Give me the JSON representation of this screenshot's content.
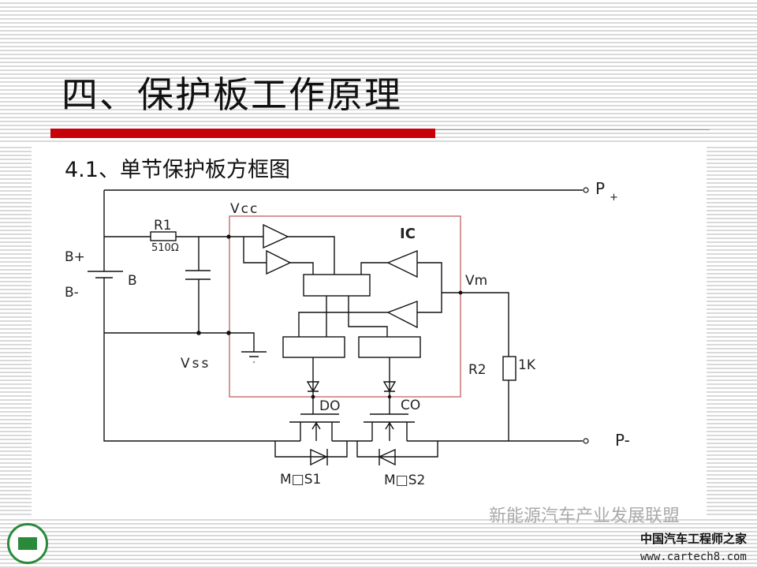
{
  "slide": {
    "title": "四、保护板工作原理",
    "subtitle": "4.1、单节保护板方框图"
  },
  "diagram": {
    "labels": {
      "p_plus": "P",
      "p_plus_sub": "+",
      "p_minus": "P-",
      "vcc": "Vcc",
      "vss": "Vss",
      "vm": "Vm",
      "ic": "IC",
      "r1": "R1",
      "r1_value": "510Ω",
      "r2": "R2",
      "r2_value": "1K",
      "b_plus": "B+",
      "b_minus": "B-",
      "battery": "B",
      "do": "DO",
      "co": "CO",
      "mos1": "M□S1",
      "mos2": "M□S2"
    },
    "colors": {
      "accent": "#c8000a",
      "ic_border": "#c06060"
    }
  },
  "watermark": {
    "wechat": "新能源汽车产业发展联盟",
    "site_name": "中国汽车工程师之家",
    "url": "www.cartech8.com"
  }
}
